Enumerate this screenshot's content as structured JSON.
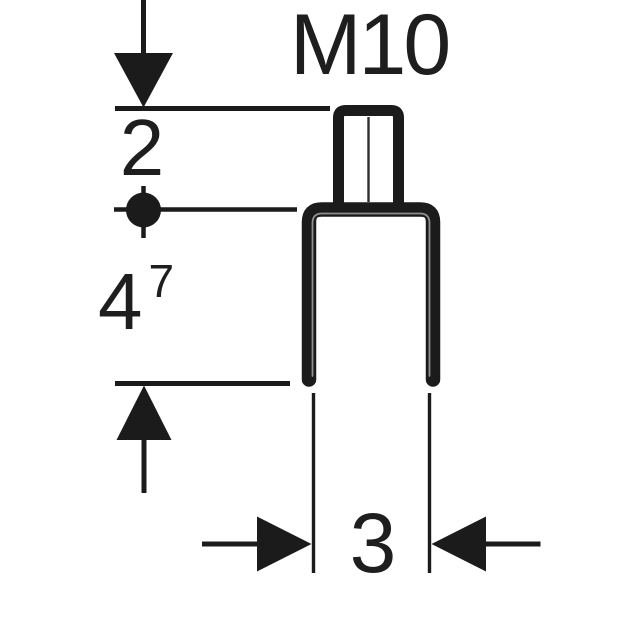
{
  "drawing": {
    "title": "threaded-stud-bracket-dimension-drawing",
    "thread_label": "M10",
    "dim_top": "2",
    "dim_side_main": "4",
    "dim_side_sup": "7",
    "dim_bottom": "3"
  },
  "colors": {
    "background": "#ffffff",
    "line": "#1b1b1b",
    "text": "#1e1e1e",
    "inner_profile_highlight": "#8f8f8f"
  },
  "icons": {
    "top_terminator": "arrow-down-icon",
    "middle_terminator": "dot-terminator-icon",
    "lower_terminator": "arrow-up-icon",
    "bottom_left_terminator": "arrow-right-icon",
    "bottom_right_terminator": "arrow-left-icon"
  }
}
